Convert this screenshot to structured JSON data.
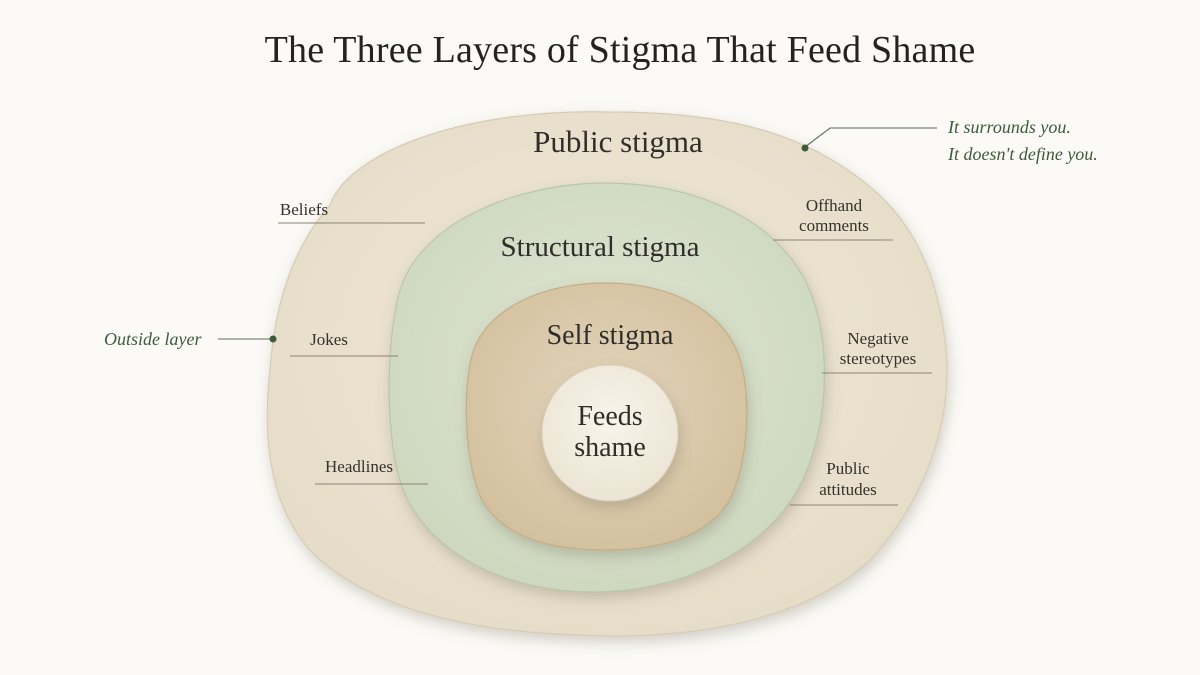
{
  "title": "The Three Layers of Stigma That Feed Shame",
  "layers": {
    "public": "Public stigma",
    "structural": "Structural stigma",
    "self": "Self stigma",
    "center_line1": "Feeds",
    "center_line2": "shame"
  },
  "annotations": {
    "beliefs": "Beliefs",
    "jokes": "Jokes",
    "headlines": "Headlines",
    "offhand_line1": "Offhand",
    "offhand_line2": "comments",
    "negative_line1": "Negative",
    "negative_line2": "stereotypes",
    "public_attitudes_line1": "Public",
    "public_attitudes_line2": "attitudes"
  },
  "callouts": {
    "outside_layer": "Outside layer",
    "surrounds_line1": "It surrounds you.",
    "surrounds_line2": "It doesn't define you."
  },
  "colors": {
    "outer_paper": "#ebe4d3",
    "structural_paper": "#d6dec8",
    "self_paper": "#dccbad",
    "center_paper": "#f4efe3",
    "callout_green": "#3f5a3a"
  }
}
